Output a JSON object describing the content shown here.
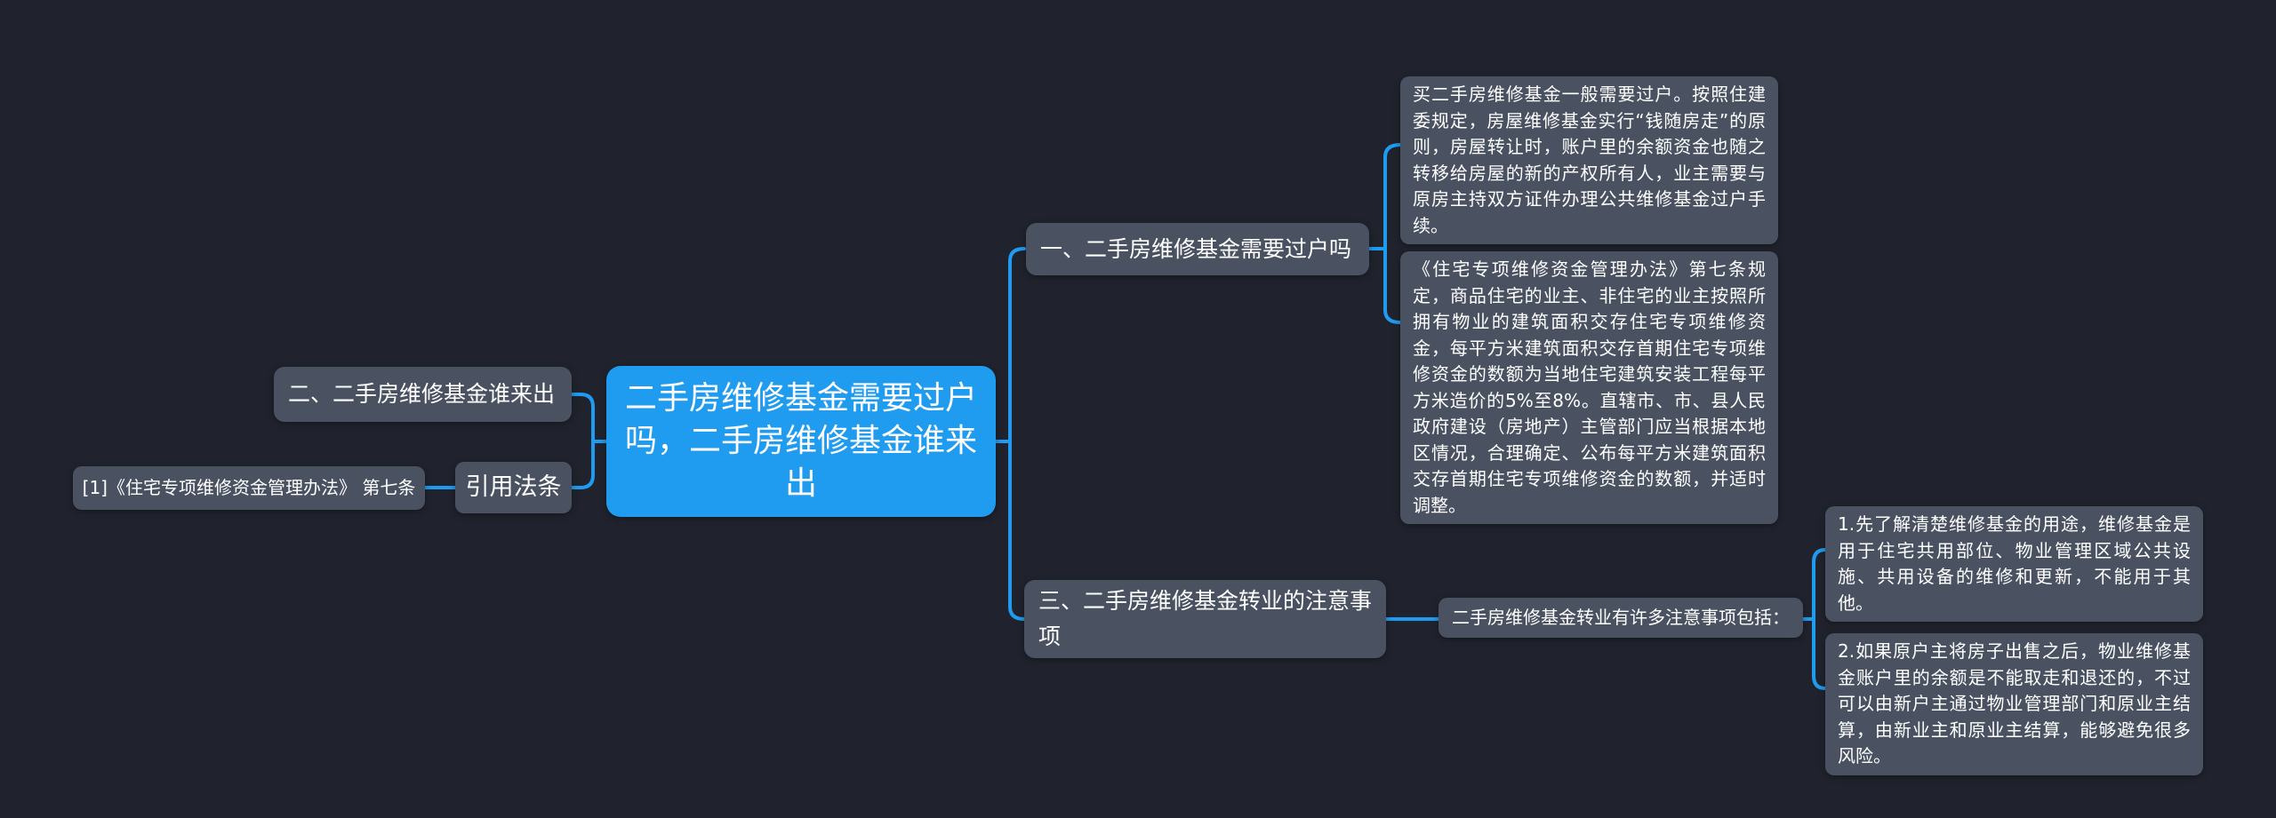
{
  "colors": {
    "background": "#20232d",
    "accent_blue": "#1f9bf0",
    "node_gray": "#4a5262",
    "text": "#ffffff"
  },
  "mindmap": {
    "root": {
      "label": "二手房维修基金需要过户吗，二手房维修基金谁来出"
    },
    "branch1": {
      "label": "一、二手房维修基金需要过户吗",
      "notes": [
        "买二手房维修基金一般需要过户。按照住建委规定，房屋维修基金实行“钱随房走”的原则，房屋转让时，账户里的余额资金也随之转移给房屋的新的产权所有人，业主需要与原房主持双方证件办理公共维修基金过户手续。",
        "《住宅专项维修资金管理办法》第七条规定，商品住宅的业主、非住宅的业主按照所拥有物业的建筑面积交存住宅专项维修资金，每平方米建筑面积交存首期住宅专项维修资金的数额为当地住宅建筑安装工程每平方米造价的5%至8%。直辖市、市、县人民政府建设（房地产）主管部门应当根据本地区情况，合理确定、公布每平方米建筑面积交存首期住宅专项维修资金的数额，并适时调整。"
      ]
    },
    "branch2": {
      "label": "二、二手房维修基金谁来出"
    },
    "reference": {
      "label": "引用法条",
      "source": "[1]《住宅专项维修资金管理办法》 第七条"
    },
    "branch3": {
      "label": "三、二手房维修基金转业的注意事项",
      "intro": "二手房维修基金转业有许多注意事项包括：",
      "notes": [
        "1.先了解清楚维修基金的用途，维修基金是用于住宅共用部位、物业管理区域公共设施、共用设备的维修和更新，不能用于其他。",
        "2.如果原户主将房子出售之后，物业维修基金账户里的余额是不能取走和退还的，不过可以由新户主通过物业管理部门和原业主结算，由新业主和原业主结算，能够避免很多风险。"
      ]
    }
  }
}
